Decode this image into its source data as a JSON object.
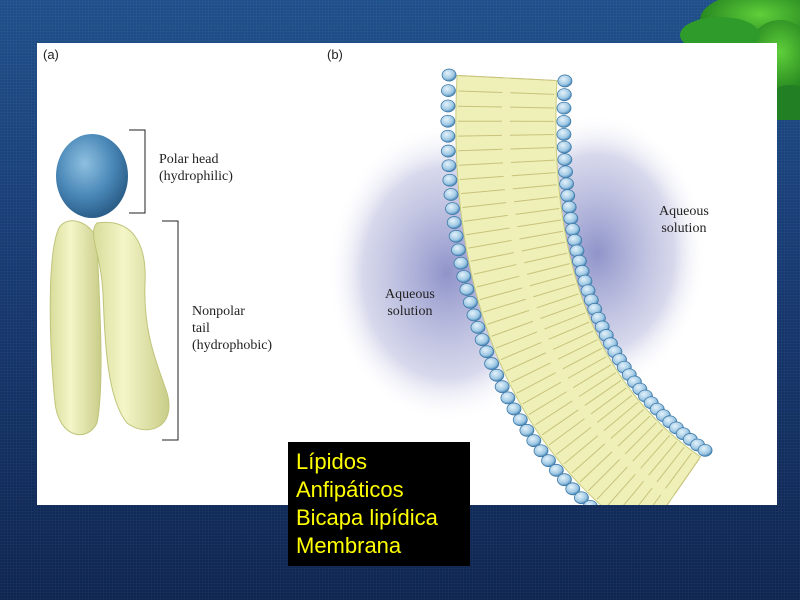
{
  "slide": {
    "background_color": "#173a72",
    "accent_color": "#ffff00"
  },
  "figure": {
    "panel_a": {
      "letter": "(a)",
      "polar_head_label": "Polar head\n(hydrophilic)",
      "nonpolar_tail_label": "Nonpolar\ntail\n(hydrophobic)",
      "head_color": "#4a88b8",
      "tail_color": "#e8ecb0"
    },
    "panel_b": {
      "letter": "(b)",
      "aqueous_left": "Aqueous\nsolution",
      "aqueous_right": "Aqueous\nsolution"
    }
  },
  "caption": {
    "lines": [
      "Lípidos",
      "Anfipáticos",
      "Bicapa lipídica",
      "Membrana"
    ]
  }
}
